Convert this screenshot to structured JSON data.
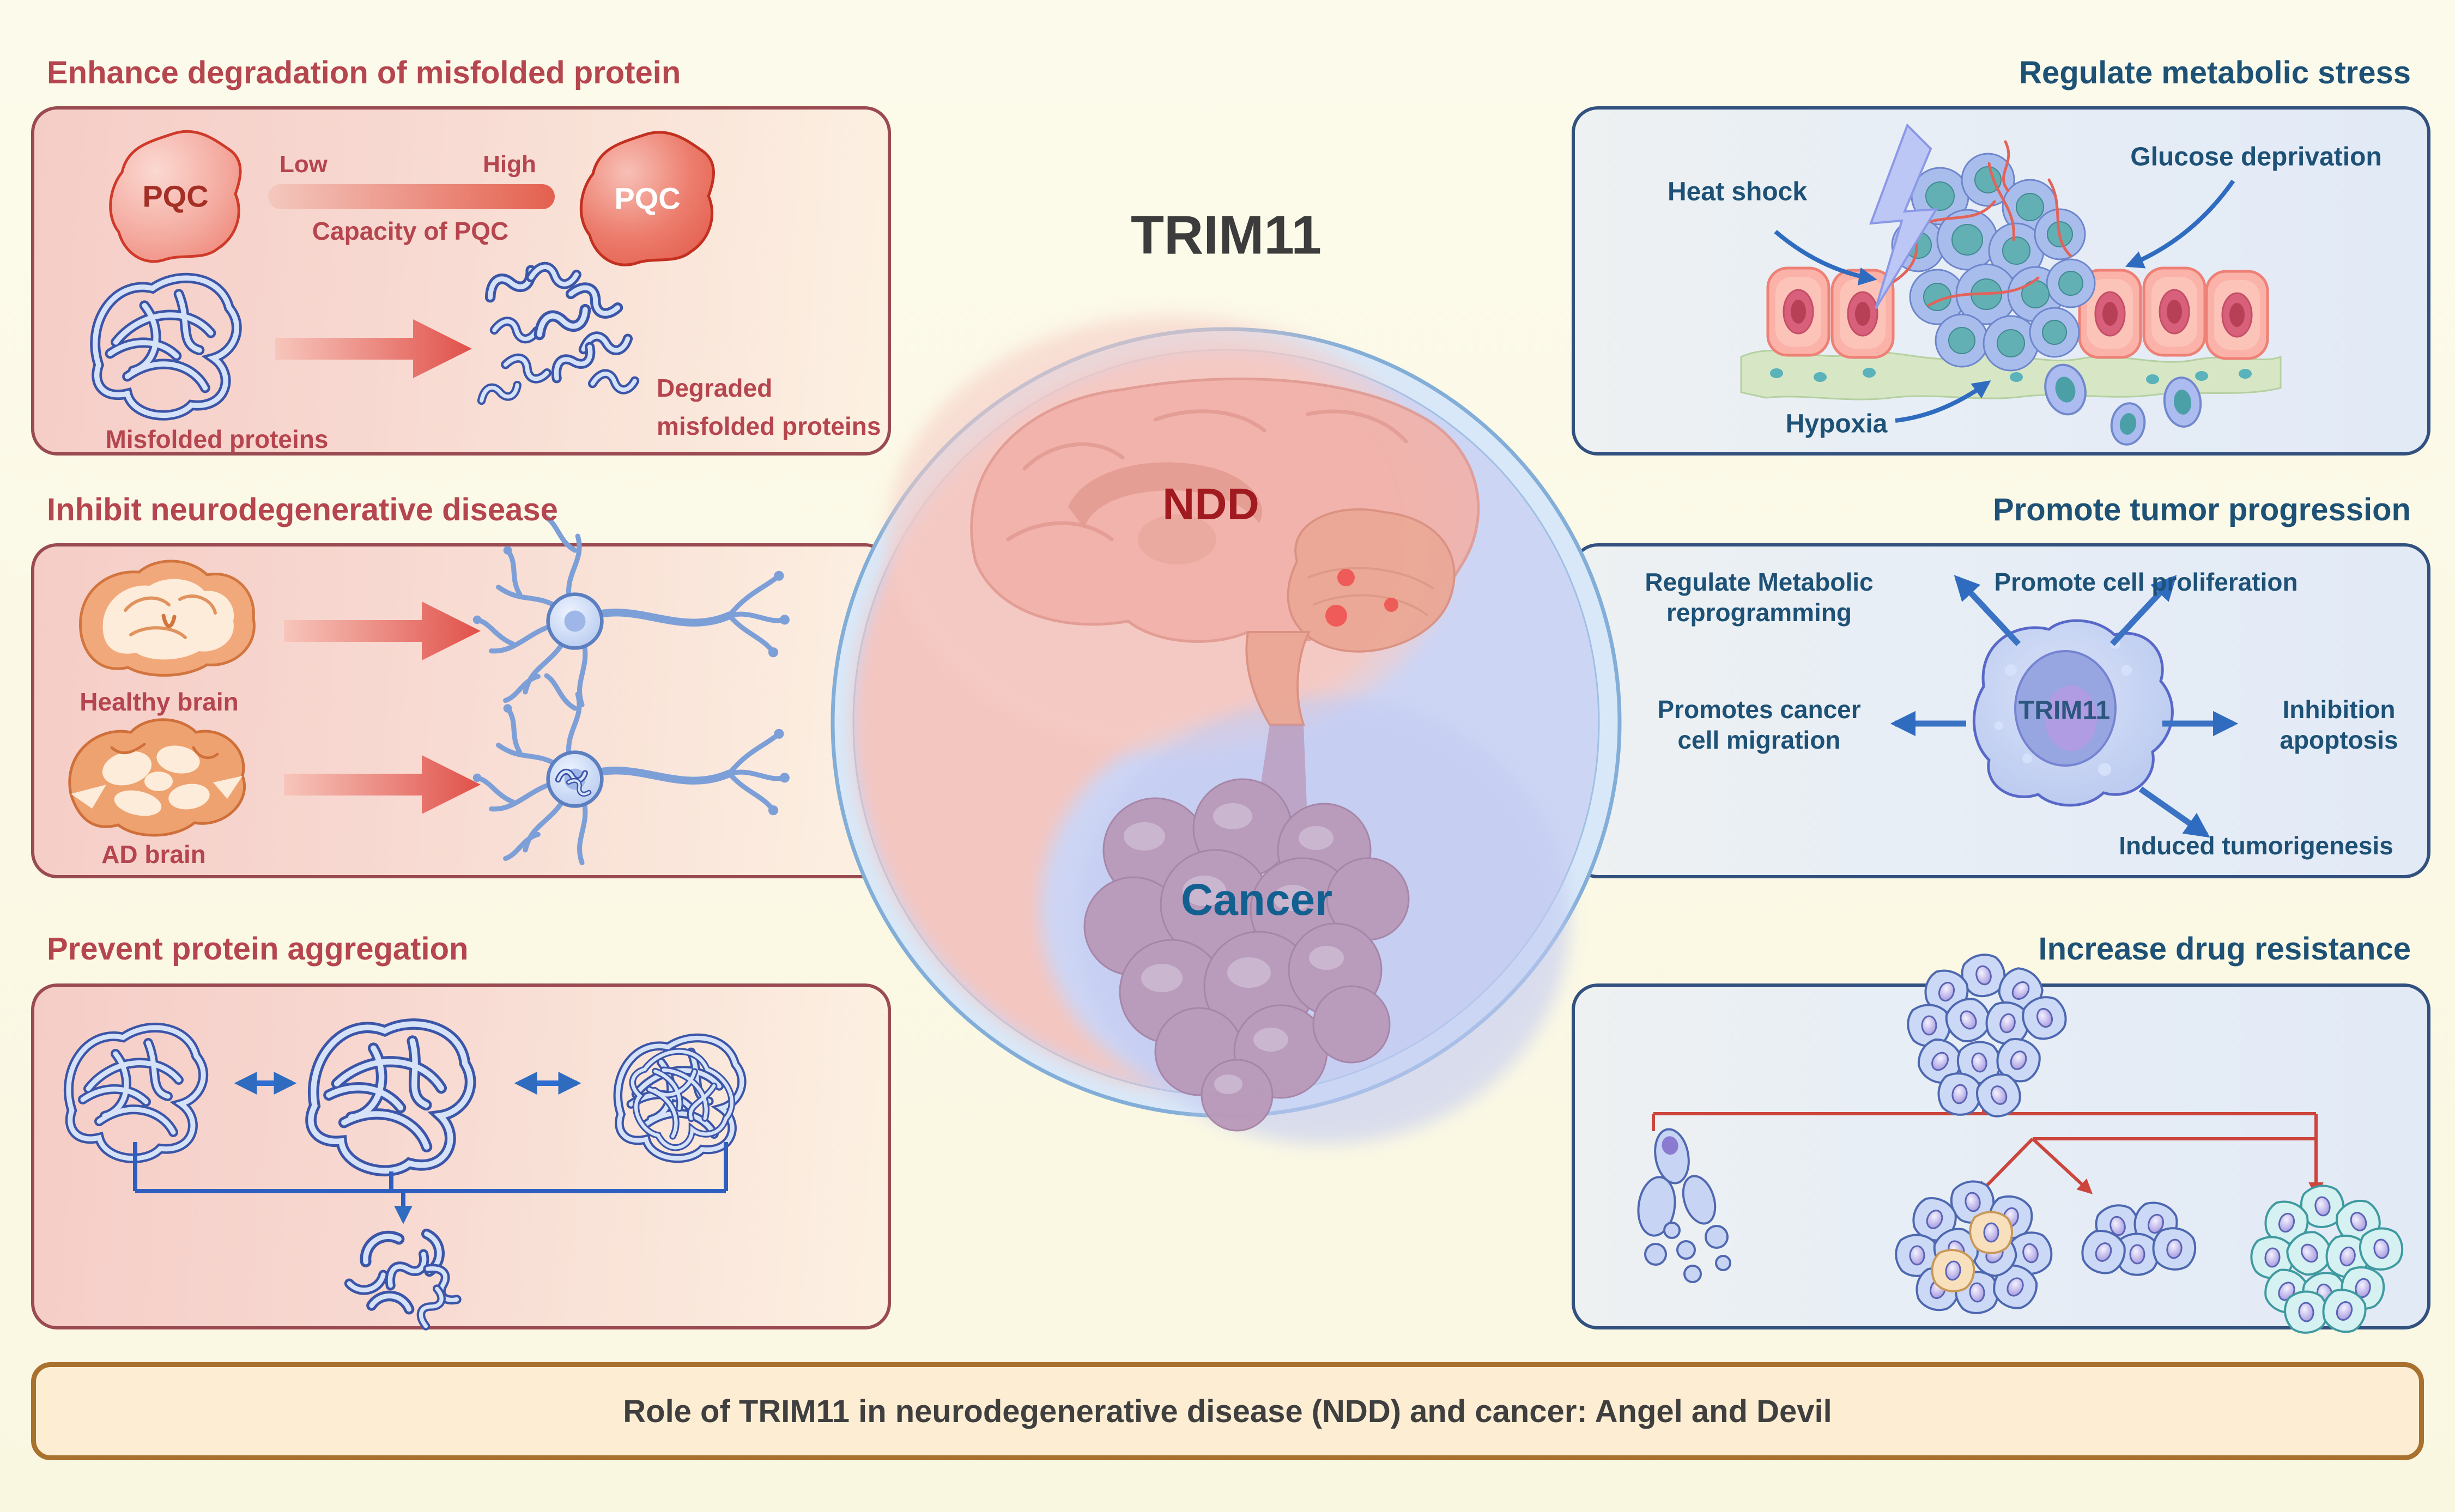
{
  "figure": {
    "main_title": "TRIM11",
    "ndd_label": "NDD",
    "cancer_label": "Cancer",
    "caption": "Role of TRIM11 in neurodegenerative disease (NDD) and cancer: Angel and Devil"
  },
  "colors": {
    "left_accent": "#b5454e",
    "right_accent": "#1e5176",
    "ndd_text": "#a01a20",
    "cancer_text": "#12608f",
    "caption_border": "#a9712e",
    "red_arrow": "#e0514a",
    "blue_arrow": "#2f6cc0",
    "resistance_line": "#cc453c"
  },
  "panels": {
    "degradation": {
      "title": "Enhance degradation of misfolded protein",
      "pqc_left": "PQC",
      "pqc_right": "PQC",
      "low": "Low",
      "high": "High",
      "capacity": "Capacity of PQC",
      "misfolded": "Misfolded proteins",
      "degraded_line1": "Degraded",
      "degraded_line2": "misfolded proteins"
    },
    "inhibit": {
      "title": "Inhibit neurodegenerative disease",
      "healthy": "Healthy brain",
      "ad": "AD brain"
    },
    "prevent": {
      "title": "Prevent protein aggregation"
    },
    "metabolic": {
      "title": "Regulate metabolic stress",
      "heat_shock": "Heat shock",
      "glucose": "Glucose deprivation",
      "hypoxia": "Hypoxia"
    },
    "tumor": {
      "title": "Promote tumor progression",
      "cell_label": "TRIM11",
      "reprogramming_line1": "Regulate Metabolic",
      "reprogramming_line2": "reprogramming",
      "proliferation": "Promote cell proliferation",
      "migration_line1": "Promotes cancer",
      "migration_line2": "cell migration",
      "apoptosis_line1": "Inhibition",
      "apoptosis_line2": "apoptosis",
      "tumorigenesis": "Induced tumorigenesis"
    },
    "resistance": {
      "title": "Increase drug resistance"
    }
  }
}
